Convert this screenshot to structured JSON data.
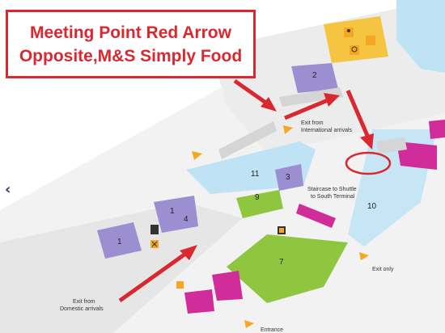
{
  "callout": {
    "line1": "Meeting Point Red Arrow",
    "line2": "Opposite,M&S Simply Food"
  },
  "labels": {
    "exit_international_1": "Exit from",
    "exit_international_2": "International arrivals",
    "exit_domestic_1": "Exit from",
    "exit_domestic_2": "Domestic arrivals",
    "staircase_1": "Staircase to Shuttle",
    "staircase_2": "to South Terminal",
    "exit_only": "Exit only",
    "entrance": "Entrance"
  },
  "units": {
    "u1a": "1",
    "u1b": "1",
    "u2": "2",
    "u3": "3",
    "u4": "4",
    "u7": "7",
    "u9": "9",
    "u10": "10",
    "u11": "11"
  },
  "colors": {
    "accent_red": "#d9282f",
    "purple_unit": "#9b8fd1",
    "magenta_unit": "#d02d9a",
    "green_unit": "#8ec63f",
    "water_blue": "#bfe3f4",
    "sign_orange": "#f5a623"
  },
  "icons": [
    "toilets-icon",
    "accessible-toilet-icon",
    "baby-change-icon",
    "restaurant-icon",
    "phone-icon",
    "atm-icon",
    "info-icon"
  ]
}
